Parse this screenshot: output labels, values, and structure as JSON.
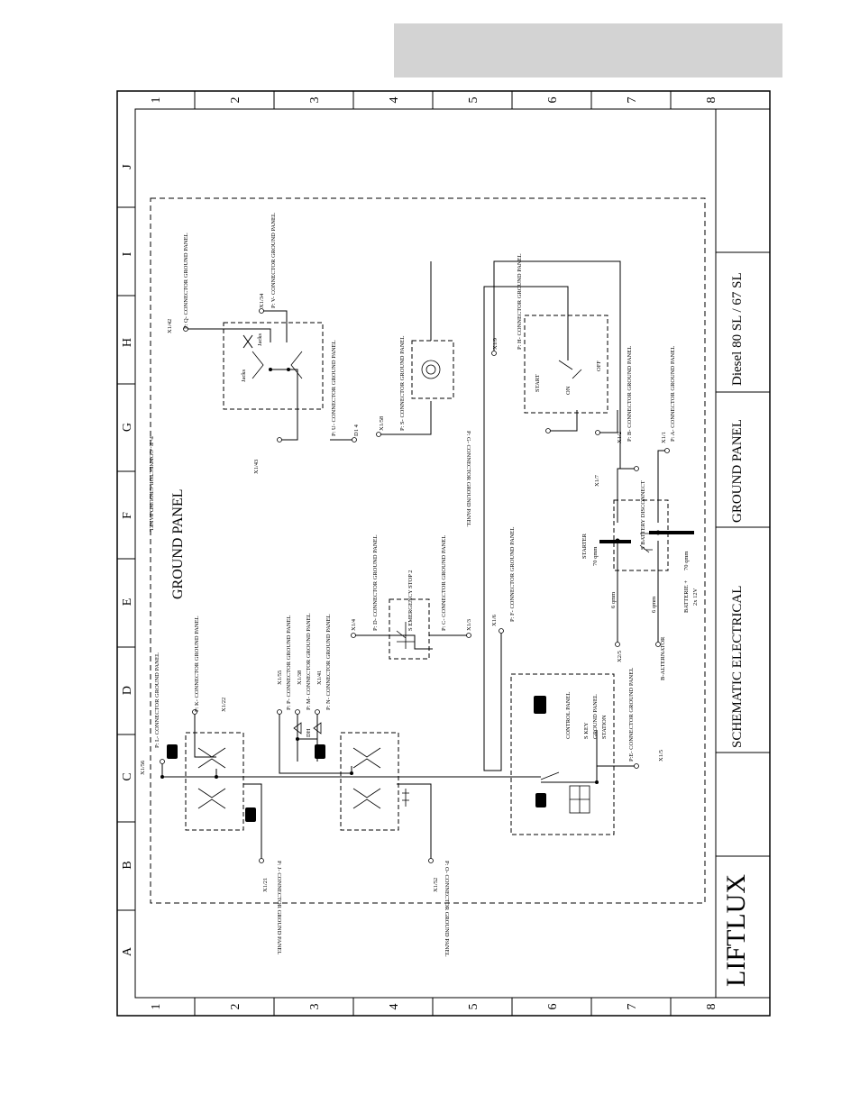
{
  "header": {
    "title_bar": ""
  },
  "frame": {
    "rows": [
      "1",
      "2",
      "3",
      "4",
      "5",
      "6",
      "7",
      "8"
    ],
    "cols": [
      "J",
      "I",
      "H",
      "G",
      "F",
      "E",
      "D",
      "C",
      "B",
      "A"
    ]
  },
  "title_block": {
    "brand": "LIFTLUX",
    "drawing_type": "SCHEMATIC ELECTRICAL",
    "section": "GROUND PANEL",
    "model": "Diesel 80 SL / 67 SL"
  },
  "diagram": {
    "panel_title": "GROUND PANEL",
    "labels": {
      "l_connector": "P: L- CONNECTOR GROUND PANEL",
      "x1_56": "X1/56",
      "k_connector": "P: K- CONNECTOR GROUND PANEL",
      "x1_22": "X1/22",
      "j_connector": "P: J- CONNECTOR GROUND PANEL",
      "x1_21": "X1/21",
      "o_connector": "P: O- CONNECTOR GROUND PANEL",
      "x1_52": "X1/52",
      "x1_55": "X1/55",
      "p_connector": "P: P- CONNECTOR GROUND PANEL",
      "x1_38": "X1/38",
      "m_connector": "P: M- CONNECTOR GROUND PANEL",
      "x1_41": "X1/41",
      "n_connector": "P: N- CONNECTOR GROUND PANEL",
      "dh": "DH",
      "x1_4": "X1/4",
      "d_connector": "P: D- CONNECTOR GROUND PANEL",
      "emergency_stop": "S EMERGENCY STOP 2",
      "c_connector": "P: C- CONNECTOR GROUND PANEL",
      "x1_3": "X1/3",
      "x1_6": "X1/6",
      "f_connector": "P: F- CONNECTOR GROUND PANEL",
      "control_panel": "CONTROL PANEL",
      "s_key": "S KEY",
      "ground_panel_small": "GROUND PANEL",
      "station": "STATION",
      "e_connector": "P:E- CONNECTOR GROUND PANEL",
      "x1_5": "X1/5",
      "x2_5": "X2/5",
      "b_alternator": "B-ALTERNATOR",
      "six_qmm_a": "6 qmm",
      "six_qmm_b": "6 qmm",
      "starter": "STARTER",
      "seventy_qmm_a": "70 qmm",
      "seventy_qmm_b": "70 qmm",
      "batterie": "BATTERIE +",
      "battery_spec": "2x 12V",
      "battery_disconnect": "S BATTERY DISCONNECT",
      "x1_7": "X1/7",
      "x1_2": "X1/2",
      "b_connector": "P: B- CONNECTOR GROUND PANEL",
      "x1_1": "X1/1",
      "a_connector": "P: A- CONNECTOR GROUND PANEL",
      "x1_43": "X1/43",
      "r_connector": "P: R- CONNECTOR GROUND PANEL",
      "d1_4": "D1 4",
      "u_connector": "P: U- CONNECTOR GROUND PANEL",
      "x1_42": "X1/42",
      "q_connector": "P: Q- CONNECTOR GROUND PANEL",
      "x1_34": "X1/34",
      "v_connector": "P: V- CONNECTOR GROUND PANEL",
      "jacks_a": "Jacks",
      "jacks_b": "Jacks",
      "x1_58": "X1/58",
      "s_connector": "P: S- CONNECTOR GROUND PANEL",
      "x1_9": "X1/9",
      "h_connector": "P: H- CONNECTOR GROUND PANEL",
      "start": "START",
      "on": "ON",
      "off": "OFF",
      "g_connector": "P: G- CONNECTOR GROUND PANEL"
    }
  }
}
